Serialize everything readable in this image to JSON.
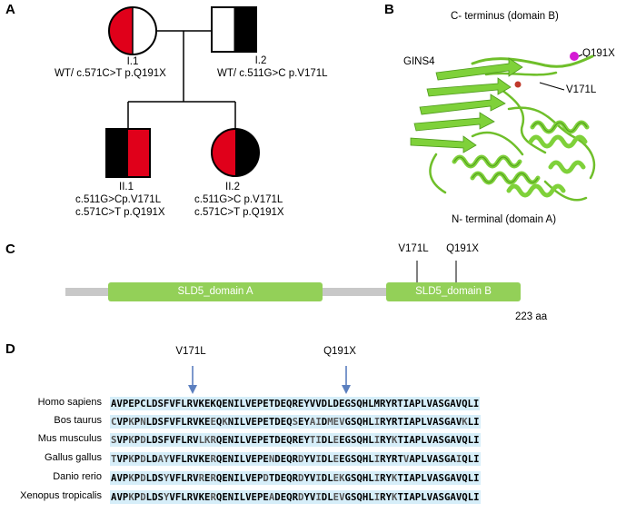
{
  "panels": {
    "a": "A",
    "b": "B",
    "c": "C",
    "d": "D"
  },
  "pedigree": {
    "i1_id": "I.1",
    "i1_geno": "WT/ c.571C>T p.Q191X",
    "i2_id": "I.2",
    "i2_geno": "WT/ c.511G>C  p.V171L",
    "ii1_id": "II.1",
    "ii1_geno1": "c.511G>Cp.V171L",
    "ii1_geno2": "c.571C>T p.Q191X",
    "ii2_id": "II.2",
    "ii2_geno1": "c.511G>C  p.V171L",
    "ii2_geno2": "c.571C>T p.Q191X"
  },
  "structure": {
    "top_label": "C- terminus (domain B)",
    "protein": "GINS4",
    "mut1": "Q191X",
    "mut2": "V171L",
    "bottom_label": "N- terminal (domain A)"
  },
  "domain_map": {
    "domain_a": "SLD5_domain  A",
    "domain_b": "SLD5_domain  B",
    "mut1": "V171L",
    "mut2": "Q191X",
    "length": "223 aa"
  },
  "alignment": {
    "mut1": "V171L",
    "mut2": "Q191X",
    "rows": [
      {
        "species": "Homo sapiens",
        "seq": "AVPEPCLDSFVFLRVKEKQENILVEPETDEQREYVVDLDEGSQHLMRYRTIAPLVASGAVQLI"
      },
      {
        "species": "Bos taurus",
        "seq": "CVPKPNLDSFVFLRVKEEQKNILVEPETDEQSEYAIDMEVGSQHLIRYRTIAPLVASGAVKLI"
      },
      {
        "species": "Mus musculus",
        "seq": "SVPKPDLDSFVFLRVLKRQENILVEPETDEQREYTIDLEEGSQHLIRYKTIAPLVASGAVQLI"
      },
      {
        "species": "Gallus gallus",
        "seq": "TVPKPDLDAYVFLRVKERQENILVEPENDEQRDYVIDLEEGSQHLIRYRTVAPLVASGAIQLI"
      },
      {
        "species": "Danio rerio",
        "seq": "AVPKPDLDSYVFLRVRERQENILVEPDTDEQRDYVIDLEKGSQHLIRYKTIAPLVASGAVQLI"
      },
      {
        "species": "Xenopus tropicalis",
        "seq": "AVPKPDLDSYVFLRVKERQENILVEPEADEQRDYVIDLEVGSQHLIRYKTIAPLVASGAVQLI"
      }
    ]
  },
  "colors": {
    "affected_red": "#e0001a",
    "domain_green": "#93d058",
    "backbone_grey": "#c8c8c8",
    "arrow_blue": "#5b7fbf",
    "align_bg": "#d6eef9",
    "magenta": "#d41ad4"
  }
}
